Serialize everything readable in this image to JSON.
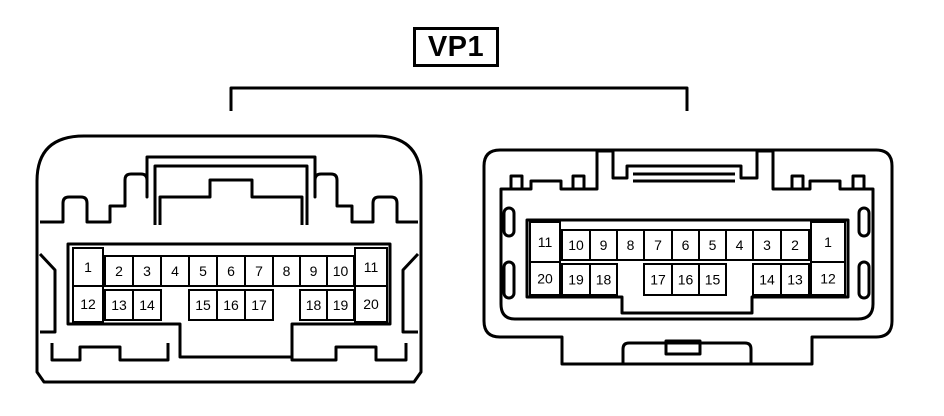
{
  "title": "VP1",
  "connectors": [
    {
      "name": "left",
      "row1": [
        "1",
        "2",
        "3",
        "4",
        "5",
        "6",
        "7",
        "8",
        "9",
        "10",
        "11"
      ],
      "row2": [
        "12",
        "13",
        "14",
        "15",
        "16",
        "17",
        "18",
        "19",
        "20"
      ]
    },
    {
      "name": "right",
      "row1": [
        "11",
        "10",
        "9",
        "8",
        "7",
        "6",
        "5",
        "4",
        "3",
        "2",
        "1"
      ],
      "row2": [
        "20",
        "19",
        "18",
        "17",
        "16",
        "15",
        "14",
        "13",
        "12"
      ]
    }
  ],
  "colors": {
    "line": "#000000",
    "background": "#ffffff"
  }
}
